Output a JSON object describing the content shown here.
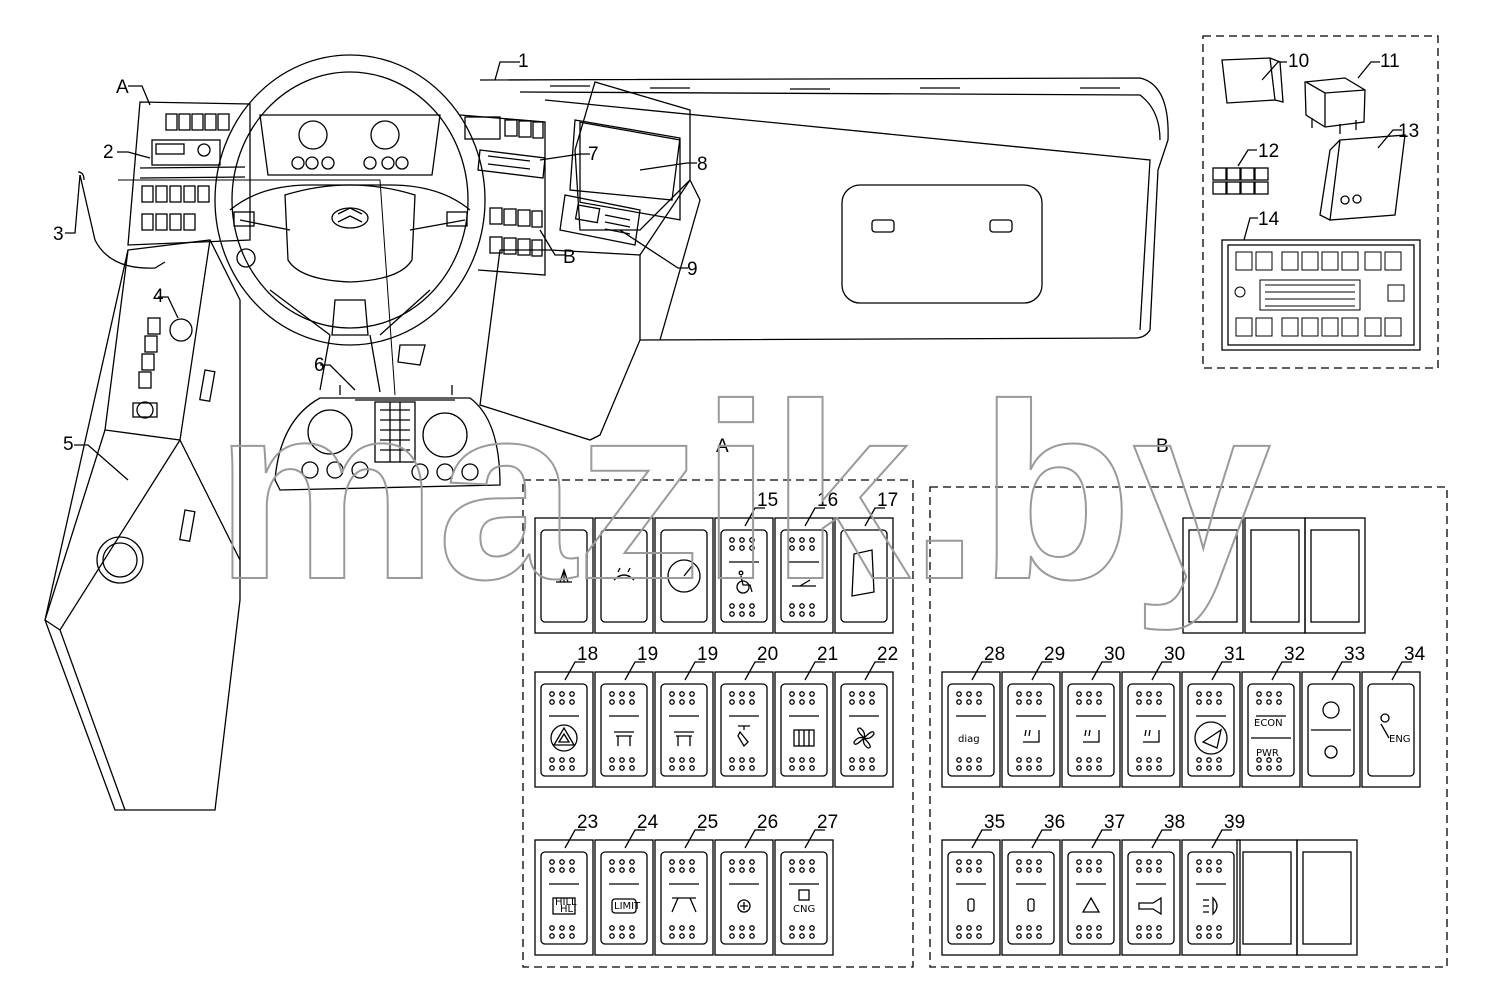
{
  "watermark": "mazik.by",
  "sections": {
    "a": "A",
    "b": "B"
  },
  "callouts": {
    "c1": "1",
    "c2": "2",
    "c3": "3",
    "c4": "4",
    "c5": "5",
    "c6": "6",
    "c7": "7",
    "c8": "8",
    "c9": "9",
    "c10": "10",
    "c11": "11",
    "c12": "12",
    "c13": "13",
    "c14": "14",
    "cA": "A",
    "cB": "B"
  },
  "switches_a": [
    {
      "num": "",
      "icon": "wiper-icon"
    },
    {
      "num": "",
      "icon": "washer-icon"
    },
    {
      "num": "",
      "icon": "gauge-icon"
    },
    {
      "num": "15",
      "icon": "wheelchair-icon"
    },
    {
      "num": "16",
      "icon": "door-icon"
    },
    {
      "num": "17",
      "icon": "seat-icon"
    },
    {
      "num": "18",
      "icon": "hazard-icon"
    },
    {
      "num": "19",
      "icon": "table-icon"
    },
    {
      "num": "19",
      "icon": "table-icon"
    },
    {
      "num": "20",
      "icon": "lamp-icon"
    },
    {
      "num": "21",
      "icon": "heater-icon"
    },
    {
      "num": "22",
      "icon": "fan-icon"
    },
    {
      "num": "23",
      "icon": "hill-hold-icon"
    },
    {
      "num": "24",
      "icon": "limit-icon"
    },
    {
      "num": "25",
      "icon": "interior-light-icon"
    },
    {
      "num": "26",
      "icon": "defrost-icon"
    },
    {
      "num": "27",
      "icon": "cng-icon"
    }
  ],
  "switches_b": [
    {
      "num": "28",
      "icon": "diag-icon"
    },
    {
      "num": "29",
      "icon": "seat-heat-icon"
    },
    {
      "num": "30",
      "icon": "seat-heat-icon"
    },
    {
      "num": "30",
      "icon": "seat-heat-icon"
    },
    {
      "num": "31",
      "icon": "retarder-icon"
    },
    {
      "num": "32",
      "icon": "econ-pwr-icon"
    },
    {
      "num": "33",
      "icon": "warning-lamp-icon"
    },
    {
      "num": "34",
      "icon": "engine-start-icon"
    },
    {
      "num": "35",
      "icon": "lock-icon"
    },
    {
      "num": "36",
      "icon": "lock-icon"
    },
    {
      "num": "37",
      "icon": "triangle-icon"
    },
    {
      "num": "38",
      "icon": "horn-icon"
    },
    {
      "num": "39",
      "icon": "fog-lamp-icon"
    }
  ],
  "texts": {
    "diag": "diag",
    "econ": "ECON",
    "pwr": "PWR",
    "eng": "ENG",
    "cng": "CNG",
    "hill1": "HILL",
    "hill2": "HL",
    "limit": "LIMIT"
  }
}
